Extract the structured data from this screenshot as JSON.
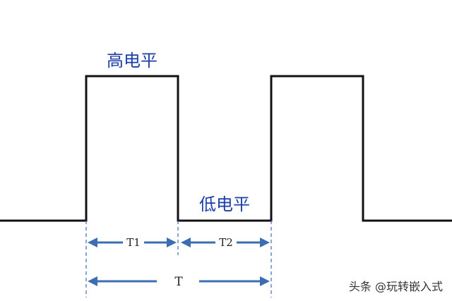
{
  "labels": {
    "high_level": "高电平",
    "low_level": "低电平"
  },
  "dimensions": {
    "t1": "T1",
    "t2": "T2",
    "t": "T"
  },
  "watermark": "头条 @玩转嵌入式",
  "colors": {
    "waveform": "#111111",
    "annotation": "#3b6db3",
    "level_text": "#1b3fa6"
  }
}
